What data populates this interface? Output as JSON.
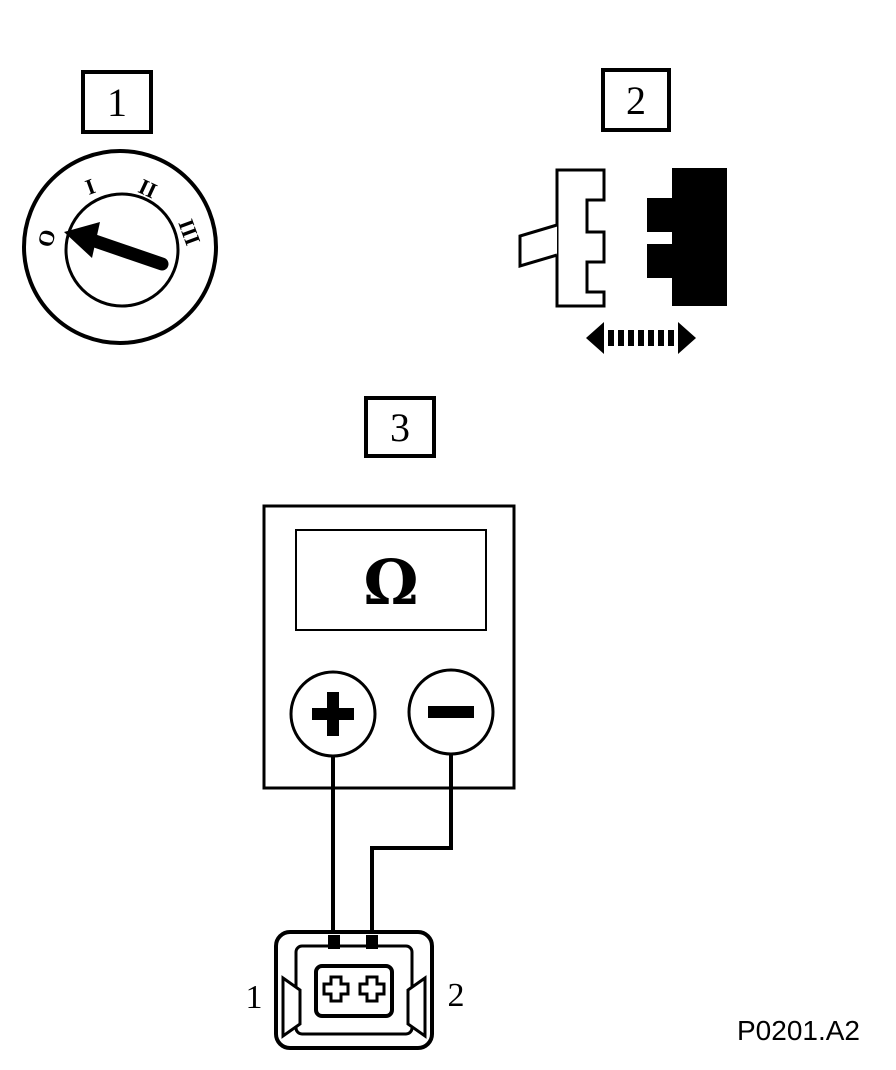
{
  "steps": [
    {
      "label": "1"
    },
    {
      "label": "2"
    },
    {
      "label": "3"
    }
  ],
  "ignition_switch": {
    "positions": [
      "O",
      "I",
      "II",
      "III"
    ],
    "selected": "O",
    "icon": "ignition-key-icon"
  },
  "connector_step": {
    "icon": "connector-disconnect-icon",
    "arrow_icon": "double-arrow-icon"
  },
  "multimeter": {
    "display": "Ω",
    "positive_terminal": "+",
    "negative_terminal": "−",
    "icon": "ohmmeter-icon"
  },
  "sensor_connector": {
    "pin_left": "1",
    "pin_right": "2",
    "icon": "two-pin-connector-icon"
  },
  "reference_code": "P0201.A2"
}
